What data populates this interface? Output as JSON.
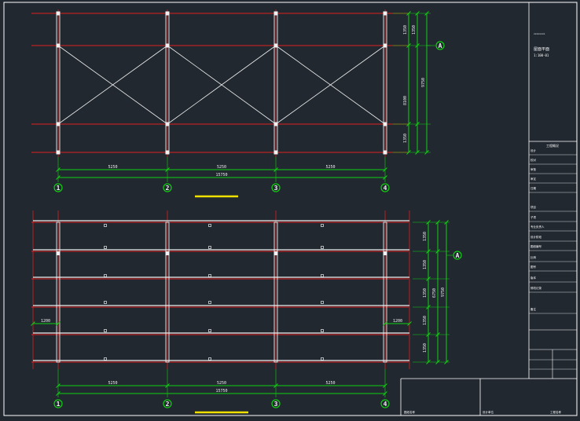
{
  "colors": {
    "background": "#212830",
    "frame": "#ffffff",
    "beam_red": "#e02020",
    "dimension_green": "#10d010",
    "member_white": "#f0f0f0",
    "title_underline": "#f0e000"
  },
  "top_view": {
    "grid_labels": [
      "1",
      "2",
      "3",
      "4"
    ],
    "axis_label": "A",
    "bay_dims": [
      "5250",
      "5250",
      "5250"
    ],
    "total_dim": "15750",
    "vertical_dims": [
      "1350",
      "1350",
      "8100",
      "1350",
      "1350"
    ],
    "overall_vertical_dim": "9750"
  },
  "bottom_view": {
    "grid_labels": [
      "1",
      "2",
      "3",
      "4"
    ],
    "axis_label": "A",
    "bay_dims": [
      "5250",
      "5250",
      "5250"
    ],
    "total_dim": "15750",
    "vertical_dims": [
      "1350",
      "1350",
      "1350",
      "1350",
      "1350"
    ],
    "overall_vertical_dim": "9750",
    "left_dim": "1200",
    "right_dim": "1200",
    "sub_dim": "6750"
  },
  "title_block": {
    "heading": "xxxxxxxx",
    "title": "屋面平面",
    "number": "1:100-01",
    "section_header": "工程概况",
    "fields": [
      "设计",
      "校对",
      "审核",
      "审定",
      "日期",
      "项目",
      "子项",
      "专业负责人",
      "设计阶段",
      "图纸编号",
      "比例",
      "图号",
      "版本",
      "修改记录",
      "备注"
    ],
    "bottom_cells": [
      "图纸名称",
      "设计单位",
      "工程名称"
    ]
  }
}
